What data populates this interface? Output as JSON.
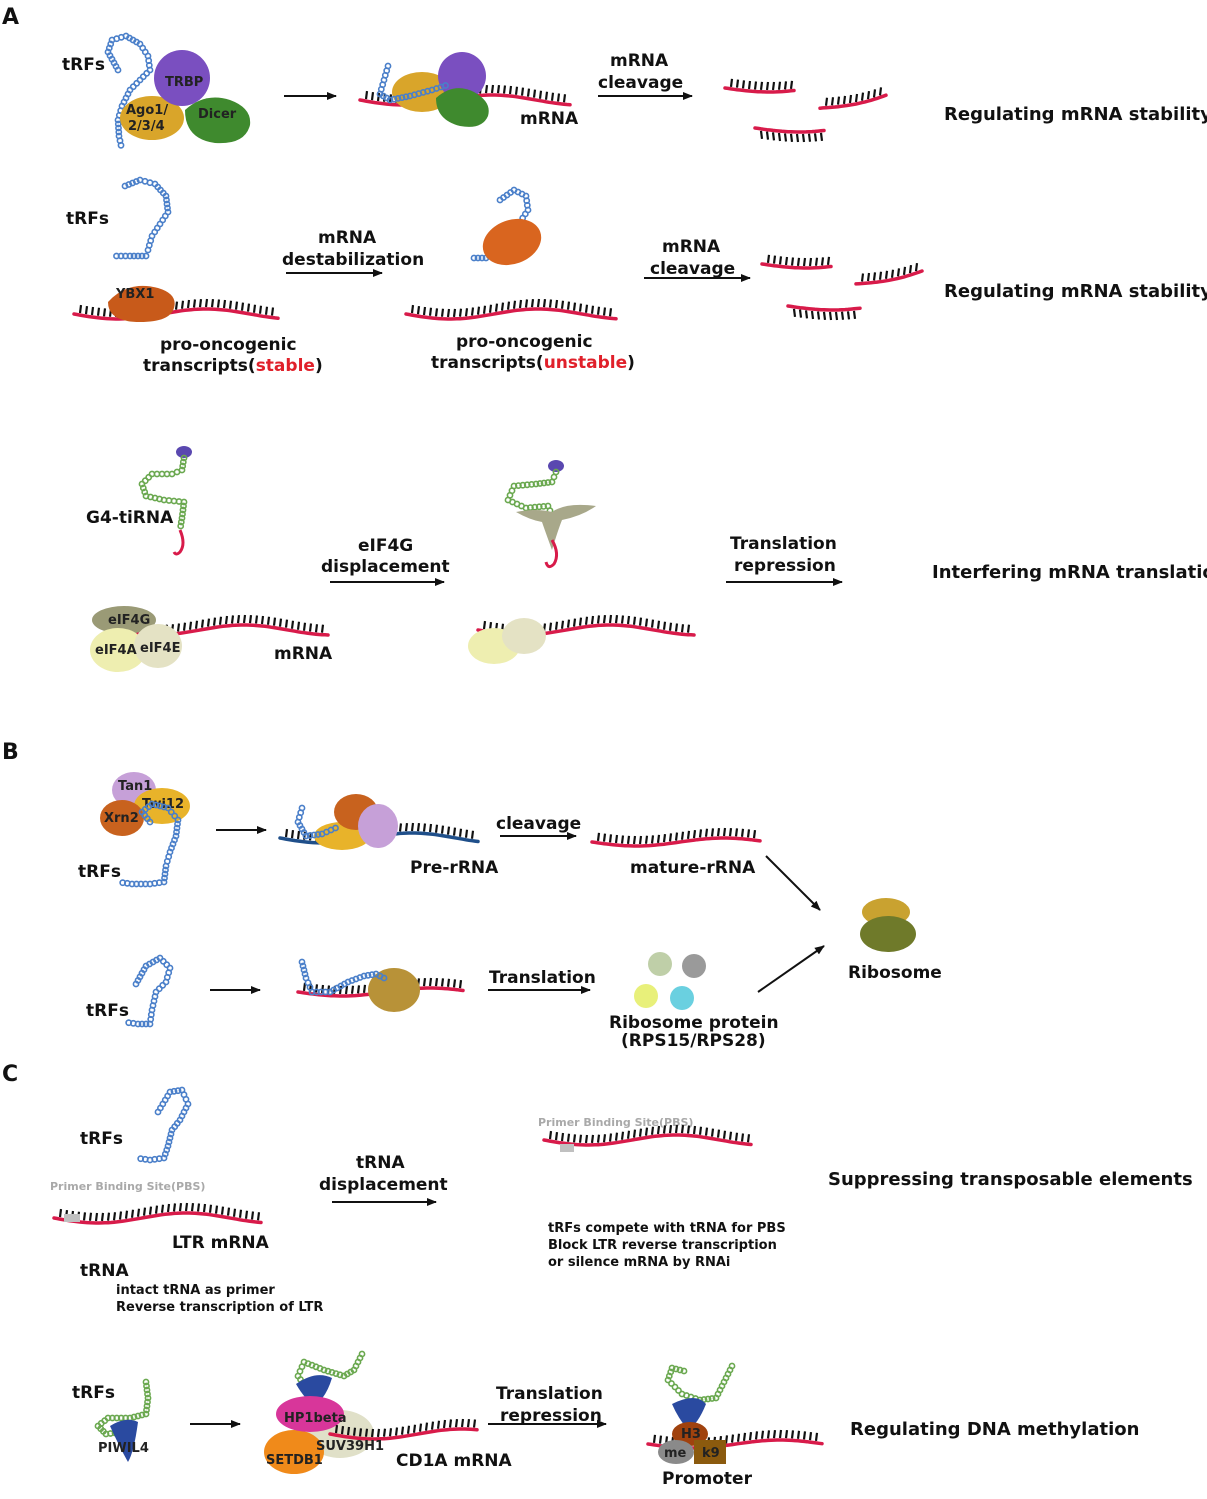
{
  "colors": {
    "mrna": "#d81b4a",
    "trf_blue": "#4a7fc9",
    "trf_green": "#6aa84f",
    "highlight_red": "#e0202a"
  },
  "panels": {
    "A": {
      "letter": "A",
      "row1": {
        "trfs": "tRFs",
        "trbp": "TRBP",
        "ago": "Ago1/",
        "ago2": "2/3/4",
        "dicer": "Dicer",
        "mrna": "mRNA",
        "arrow_line1": "mRNA",
        "arrow_line2": "cleavage",
        "outcome": "Regulating mRNA stability"
      },
      "row2": {
        "trfs": "tRFs",
        "ybx1": "YBX1",
        "step1_line1": "mRNA",
        "step1_line2": "destabilization",
        "step2_line1": "mRNA",
        "step2_line2": "cleavage",
        "stable_line1": "pro-oncogenic",
        "stable_line2": "transcripts(",
        "stable_word": "stable",
        "stable_close": ")",
        "unstable_line1": "pro-oncogenic",
        "unstable_line2": "transcripts(",
        "unstable_word": "unstable",
        "unstable_close": ")",
        "outcome": "Regulating mRNA stability"
      },
      "row3": {
        "g4": "G4-tiRNA",
        "eif4g": "eIF4G",
        "eif4a": "eIF4A",
        "eif4e": "eIF4E",
        "mrna": "mRNA",
        "step1_line1": "eIF4G",
        "step1_line2": "displacement",
        "step2_line1": "Translation",
        "step2_line2": "repression",
        "outcome": "Interfering mRNA translation"
      }
    },
    "B": {
      "letter": "B",
      "row1": {
        "tan1": "Tan1",
        "twi12": "Twi12",
        "xrn2": "Xrn2",
        "trfs": "tRFs",
        "pre_rrna": "Pre-rRNA",
        "cleavage": "cleavage",
        "mature": "mature-rRNA"
      },
      "row2": {
        "trfs": "tRFs",
        "translation": "Translation",
        "rp_line1": "Ribosome protein",
        "rp_line2": "(RPS15/RPS28)"
      },
      "ribosome": "Ribosome"
    },
    "C": {
      "letter": "C",
      "row1": {
        "trfs": "tRFs",
        "pbs_left": "Primer Binding Site(PBS)",
        "pbs_right": "Primer Binding Site(PBS)",
        "ltr": "LTR mRNA",
        "trna": "tRNA",
        "note1": "intact tRNA as primer",
        "note2": "Reverse transcription of LTR",
        "step_line1": "tRNA",
        "step_line2": "displacement",
        "desc1": "tRFs compete with tRNA for PBS",
        "desc2": "Block LTR reverse transcription",
        "desc3": "or silence mRNA by RNAi",
        "outcome": "Suppressing transposable elements"
      },
      "row2": {
        "trfs": "tRFs",
        "piwil4": "PIWIL4",
        "hp1": "HP1beta",
        "suv": "SUV39H1",
        "setdb1": "SETDB1",
        "cd1a": "CD1A mRNA",
        "step_line1": "Translation",
        "step_line2": "repression",
        "h3": "H3",
        "me": "me",
        "k9": "k9",
        "promoter": "Promoter",
        "outcome": "Regulating DNA methylation"
      }
    }
  }
}
